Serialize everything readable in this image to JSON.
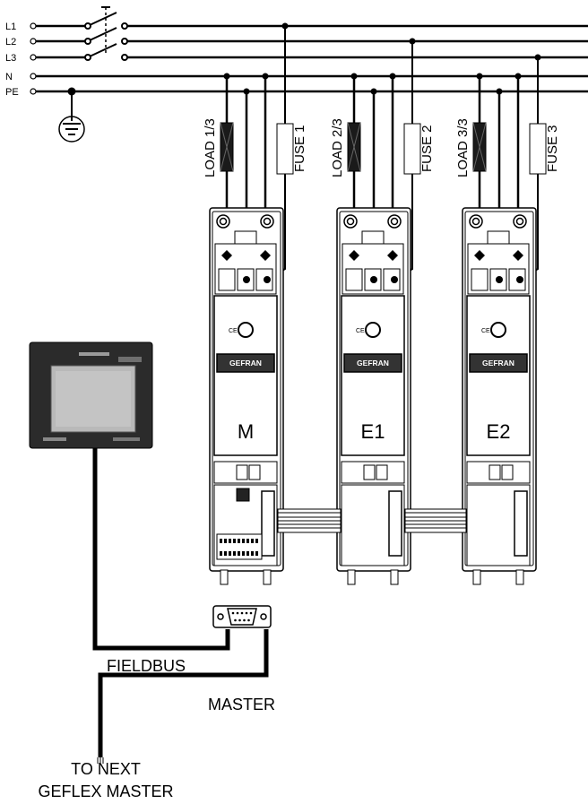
{
  "lines": [
    {
      "label": "L1"
    },
    {
      "label": "L2"
    },
    {
      "label": "L3"
    },
    {
      "label": "N"
    },
    {
      "label": "PE"
    }
  ],
  "loads": [
    {
      "load_label": "LOAD 1/3",
      "fuse_label": "FUSE 1",
      "module_label": "M"
    },
    {
      "load_label": "LOAD 2/3",
      "fuse_label": "FUSE 2",
      "module_label": "E1"
    },
    {
      "load_label": "LOAD 3/3",
      "fuse_label": "FUSE 3",
      "module_label": "E2"
    }
  ],
  "brand": "GEFRAN",
  "ce_mark": "CE",
  "captions": {
    "fieldbus": "FIELDBUS",
    "master": "MASTER",
    "next_line1": "TO NEXT",
    "next_line2": "GEFLEX MASTER"
  },
  "colors": {
    "wire": "#000000",
    "load_fill": "#1a1a1a",
    "brand_bg": "#333333",
    "panel_bg": "#2b2b2b",
    "screen": "#b9b9b9"
  }
}
